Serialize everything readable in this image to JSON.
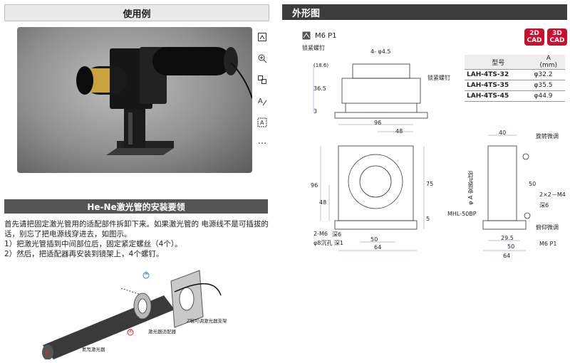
{
  "left_panel": {
    "title": "使用例",
    "toolbar": [
      {
        "icon": "image-edit-icon"
      },
      {
        "icon": "zoom-in-icon"
      },
      {
        "icon": "copy-layout-icon"
      },
      {
        "icon": "text-edit-icon"
      },
      {
        "icon": "text-select-icon"
      },
      {
        "icon": "more-icon",
        "label": "···"
      }
    ],
    "section_title": "He-Ne激光管的安装要领",
    "instructions": [
      "首先请把固定激光管用的适配部件拆卸下来。如果激光管的 电源线不是可插拔的话，别忘了把电源线穿进去，如图示。",
      "1）把激光管插到中间部位后，固定紧定螺丝（4个）。",
      "2）然后，把适配器再安装到镜架上，4个螺钉。"
    ],
    "diagram_labels": {
      "step1": "①",
      "step2": "②",
      "bracket": "Z轴可调激光器支架",
      "adapter": "激光器适配器",
      "laser": "氦氖激光器"
    }
  },
  "right_panel": {
    "title": "外形图",
    "thread_note": "M6 P1",
    "badges": [
      {
        "top": "2D",
        "bottom": "CAD"
      },
      {
        "top": "3D",
        "bottom": "CAD"
      }
    ],
    "table": {
      "headers": [
        "型号",
        "A",
        "(mm)"
      ],
      "rows": [
        {
          "model": "LAH-4TS-32",
          "a": "φ32.2"
        },
        {
          "model": "LAH-4TS-35",
          "a": "φ35.5"
        },
        {
          "model": "LAH-4TS-45",
          "a": "φ44.9"
        }
      ]
    },
    "drawing_labels": {
      "lock_screw_top": "锁紧螺钉",
      "hole_4": "4- φ4.5",
      "lock_screw_side": "锁紧螺钉",
      "dim_18_6": "(18.6)",
      "dim_36_5": "36.5",
      "dim_3": "3",
      "dim_96_top": "96",
      "dim_48_top": "48",
      "dim_96_left": "96",
      "dim_48_left": "48",
      "dim_75": "75",
      "dim_5": "5",
      "dim_50_bottom": "50",
      "dim_64_bottom": "64",
      "m6_holes": "2-M6",
      "m6_depth": "深6",
      "counterbore": "φ8沉孔 深1",
      "dim_40": "40",
      "rotate_adjust": "旋转微调",
      "mount_hole": "φ A 安装孔径",
      "dim_50_side": "50",
      "m4_holes": "2×2－M4",
      "m4_depth": "深6",
      "tilt_adjust": "俯仰微调",
      "mhl": "MHL-50BP",
      "dim_29_5": "29.5",
      "dim_50_side_bottom": "50",
      "dim_64_side": "64",
      "m6p1_side": "M6 P1"
    }
  }
}
